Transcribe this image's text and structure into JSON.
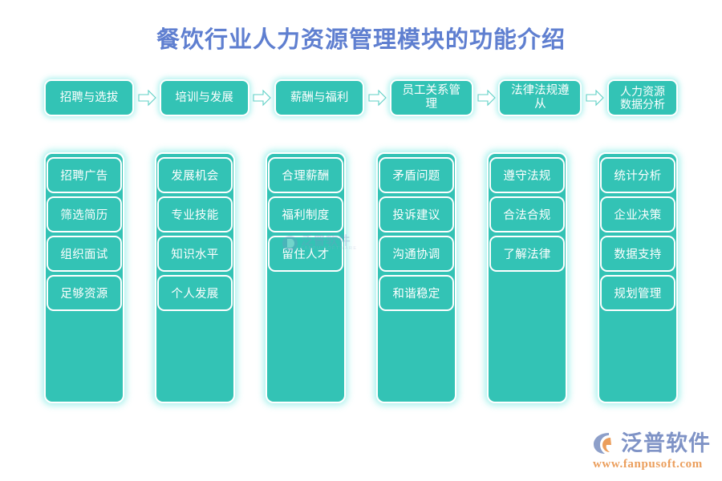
{
  "page": {
    "title": "餐饮行业人力资源管理模块的功能介绍",
    "title_color": "#5f7fd0",
    "background_color": "#ffffff",
    "accent_color": "#33c3b5",
    "glow_color": "#82ebe5"
  },
  "flow": {
    "arrow_icon": "right-arrow-icon",
    "steps": [
      {
        "label": "招聘与选拔",
        "width_class": "w5"
      },
      {
        "label": "培训与发展",
        "width_class": "w5"
      },
      {
        "label": "薪酬与福利",
        "width_class": "w5"
      },
      {
        "label": "员工关系管理",
        "width_class": "w4"
      },
      {
        "label": "法律法规遵从",
        "width_class": "w4"
      },
      {
        "label": "人力资源\n数据分析",
        "width_class": "w2l"
      }
    ]
  },
  "columns": [
    {
      "name": "recruitment",
      "items": [
        "招聘广告",
        "筛选简历",
        "组织面试",
        "足够资源"
      ]
    },
    {
      "name": "training",
      "items": [
        "发展机会",
        "专业技能",
        "知识水平",
        "个人发展"
      ]
    },
    {
      "name": "compensation",
      "items": [
        "合理薪酬",
        "福利制度",
        "留住人才"
      ]
    },
    {
      "name": "employee-relations",
      "items": [
        "矛盾问题",
        "投诉建议",
        "沟通协调",
        "和谐稳定"
      ]
    },
    {
      "name": "legal-compliance",
      "items": [
        "遵守法规",
        "合法合规",
        "了解法律"
      ]
    },
    {
      "name": "hr-analytics",
      "items": [
        "统计分析",
        "企业决策",
        "数据支持",
        "规划管理"
      ]
    }
  ],
  "watermark": {
    "cn": "泛普软件",
    "en": "FANPU SOFTWARE"
  },
  "brand": {
    "name": "泛普软件",
    "url": "www.fanpusoft.com",
    "name_color": "#7f93c6",
    "url_color": "#eb9e5c"
  }
}
